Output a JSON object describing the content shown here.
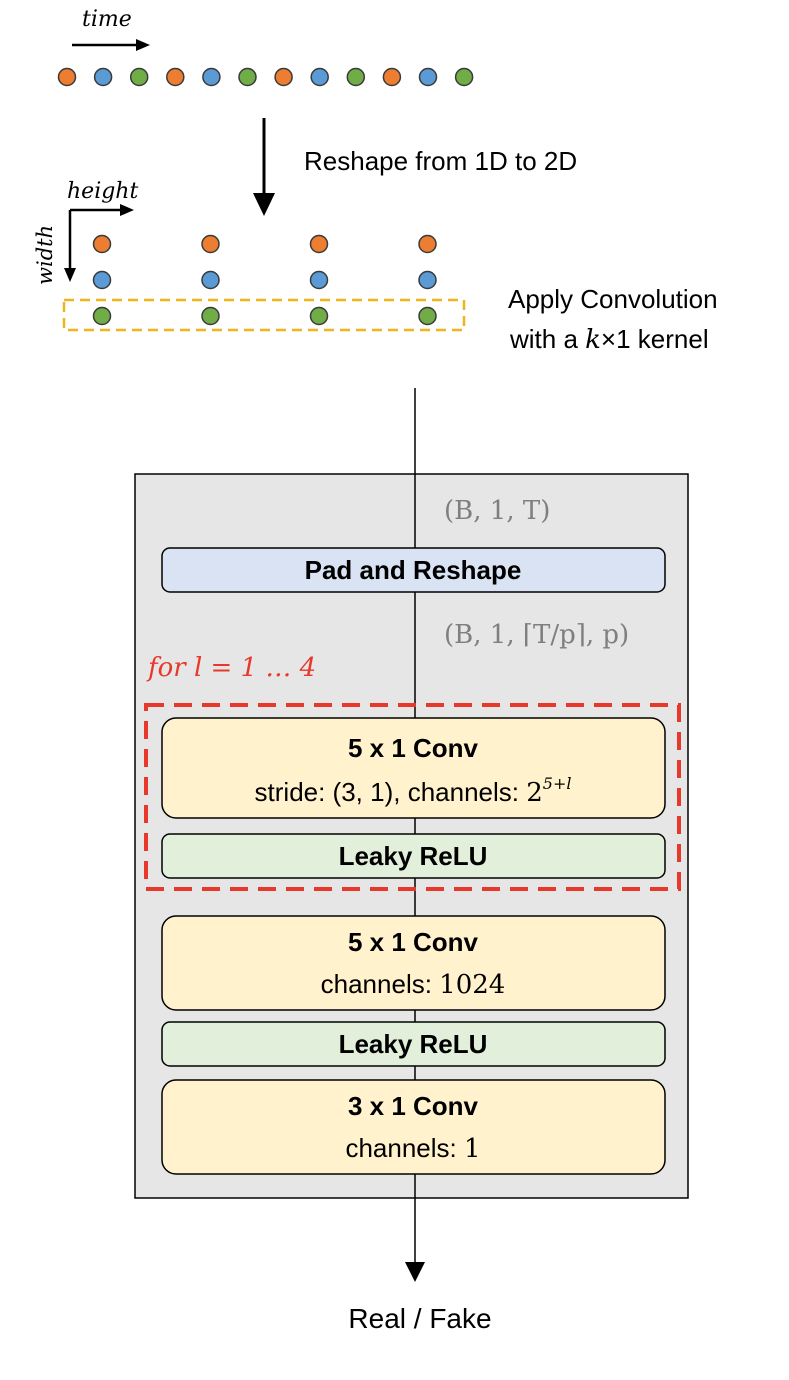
{
  "colors": {
    "orange": "#ED7D31",
    "blue": "#5B9BD5",
    "green": "#70AD47",
    "dot_stroke": "#3a3a3a",
    "kernel_box": "#F0B51E",
    "loop_box": "#E8382B",
    "panel_bg": "#E6E6E6",
    "pad_fill": "#DAE3F3",
    "conv_fill": "#FFF2CC",
    "relu_fill": "#E2EFDA",
    "shape_text": "#7F7F7F"
  },
  "top": {
    "time_label": "time",
    "sequence": [
      "orange",
      "blue",
      "green",
      "orange",
      "blue",
      "green",
      "orange",
      "blue",
      "green",
      "orange",
      "blue",
      "green"
    ],
    "reshape_label": "Reshape from 1D to 2D",
    "height_label": "height",
    "width_label": "width",
    "grid_columns": 4,
    "grid_rows": [
      "orange",
      "blue",
      "green"
    ],
    "conv_label_line1": "Apply Convolution",
    "conv_label_line2_pre": "with a ",
    "conv_label_k": "k",
    "conv_label_line2_post": "×1 kernel"
  },
  "panel": {
    "input_shape": "(B, 1, T)",
    "pad_label": "Pad and Reshape",
    "reshaped_shape": "(B, 1, ⌈T/p⌉, p)",
    "loop_label": "for  l = 1 … 4",
    "loop_conv_title": "5 x 1  Conv",
    "loop_conv_detail": "stride: (3, 1), channels: ",
    "loop_conv_base": "2",
    "loop_conv_exp": "5+l",
    "loop_relu": "Leaky ReLU",
    "conv2_title": "5 x 1  Conv",
    "conv2_detail_pre": "channels: ",
    "conv2_channels": "1024",
    "relu2": "Leaky ReLU",
    "conv3_title": "3 x 1  Conv",
    "conv3_detail_pre": "channels: ",
    "conv3_channels": "1"
  },
  "output_label": "Real / Fake"
}
